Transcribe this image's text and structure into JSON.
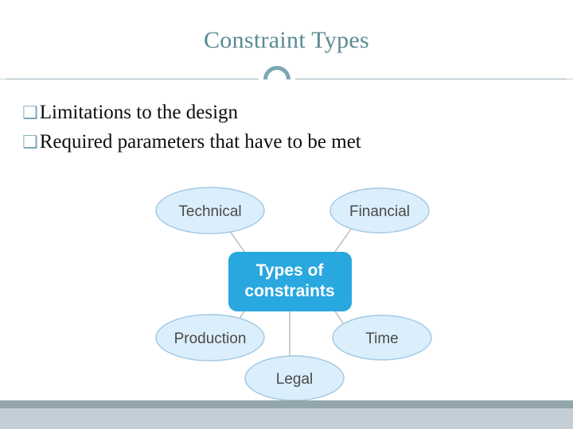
{
  "slide": {
    "title": "Constraint Types",
    "bullets": [
      {
        "marker": "❑",
        "text": "Limitations to the design"
      },
      {
        "marker": "❑",
        "text": "Required parameters that have to be met"
      }
    ],
    "colors": {
      "title": "#5a8a94",
      "accent": "#7aa8b2",
      "background": "#c3ced6",
      "panel": "#ffffff",
      "strip": "#93a6ab"
    }
  },
  "figure": {
    "name": "types-of-constraints-diagram",
    "center": {
      "line1": "Types of",
      "line2": "constraints",
      "fill": "#29a8df",
      "text_color": "#ffffff"
    },
    "nodes": [
      {
        "id": "technical",
        "label": "Technical",
        "fill": "#dbeefb",
        "stroke": "#9fc8e3",
        "text_color": "#4a4a4a"
      },
      {
        "id": "financial",
        "label": "Financial",
        "fill": "#dbeefb",
        "stroke": "#9fc8e3",
        "text_color": "#4a4a4a"
      },
      {
        "id": "production",
        "label": "Production",
        "fill": "#dbeefb",
        "stroke": "#9fc8e3",
        "text_color": "#4a4a4a"
      },
      {
        "id": "time",
        "label": "Time",
        "fill": "#dbeefb",
        "stroke": "#9fc8e3",
        "text_color": "#4a4a4a"
      },
      {
        "id": "legal",
        "label": "Legal",
        "fill": "#dbeefb",
        "stroke": "#9fc8e3",
        "text_color": "#4a4a4a"
      }
    ]
  }
}
